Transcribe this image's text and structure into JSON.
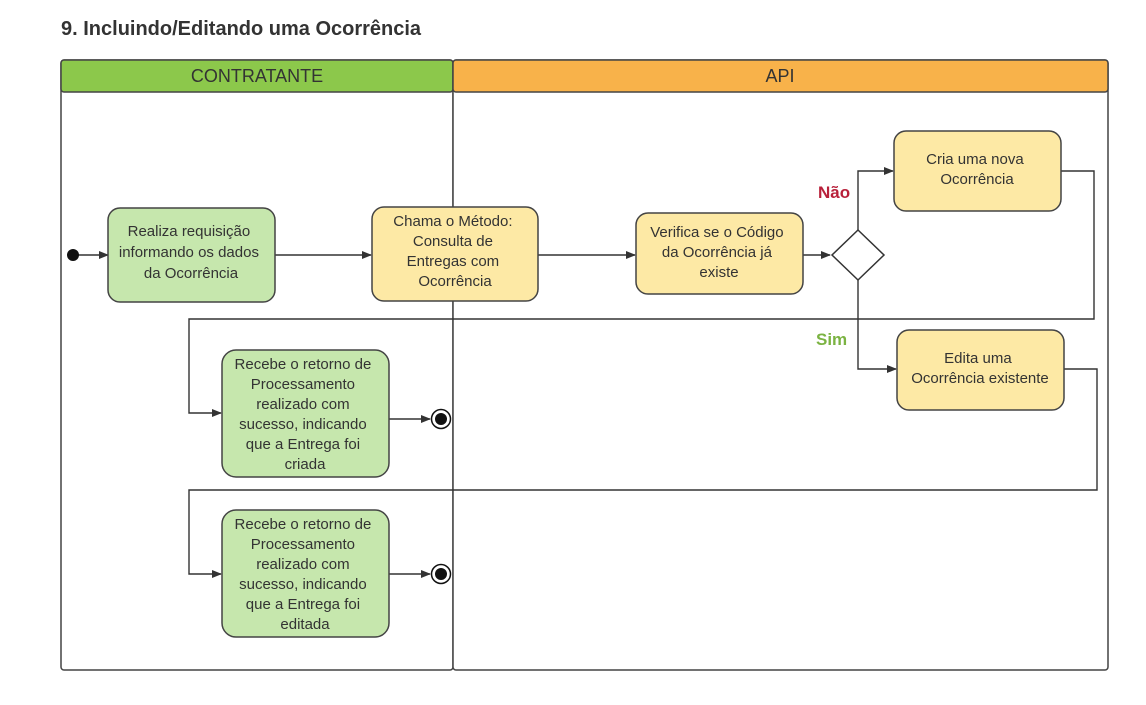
{
  "title": "9. Incluindo/Editando uma Ocorrência",
  "colors": {
    "lane_contratante": "#8cc84b",
    "lane_api": "#f8b24a",
    "node_green": "#c6e7ad",
    "node_yellow": "#fde9a5",
    "nao": "#b8203a",
    "sim": "#7bb342"
  },
  "lanes": {
    "contratante": "CONTRATANTE",
    "api": "API"
  },
  "nodes": {
    "realiza": [
      "Realiza requisição",
      "informando os dados",
      "da Ocorrência"
    ],
    "chama": [
      "Chama o Método:",
      "Consulta de",
      "Entregas com",
      "Ocorrência"
    ],
    "verifica": [
      "Verifica se o Código",
      "da Ocorrência já",
      "existe"
    ],
    "cria": [
      "Cria uma nova",
      "Ocorrência"
    ],
    "edita": [
      "Edita uma",
      "Ocorrência existente"
    ],
    "retorno_criada": [
      "Recebe o retorno de",
      "Processamento",
      "realizado com",
      "sucesso, indicando",
      "que a Entrega foi",
      "criada"
    ],
    "retorno_editada": [
      "Recebe o retorno de",
      "Processamento",
      "realizado com",
      "sucesso, indicando",
      "que a Entrega foi",
      "editada"
    ]
  },
  "labels": {
    "nao": "Não",
    "sim": "Sim"
  }
}
